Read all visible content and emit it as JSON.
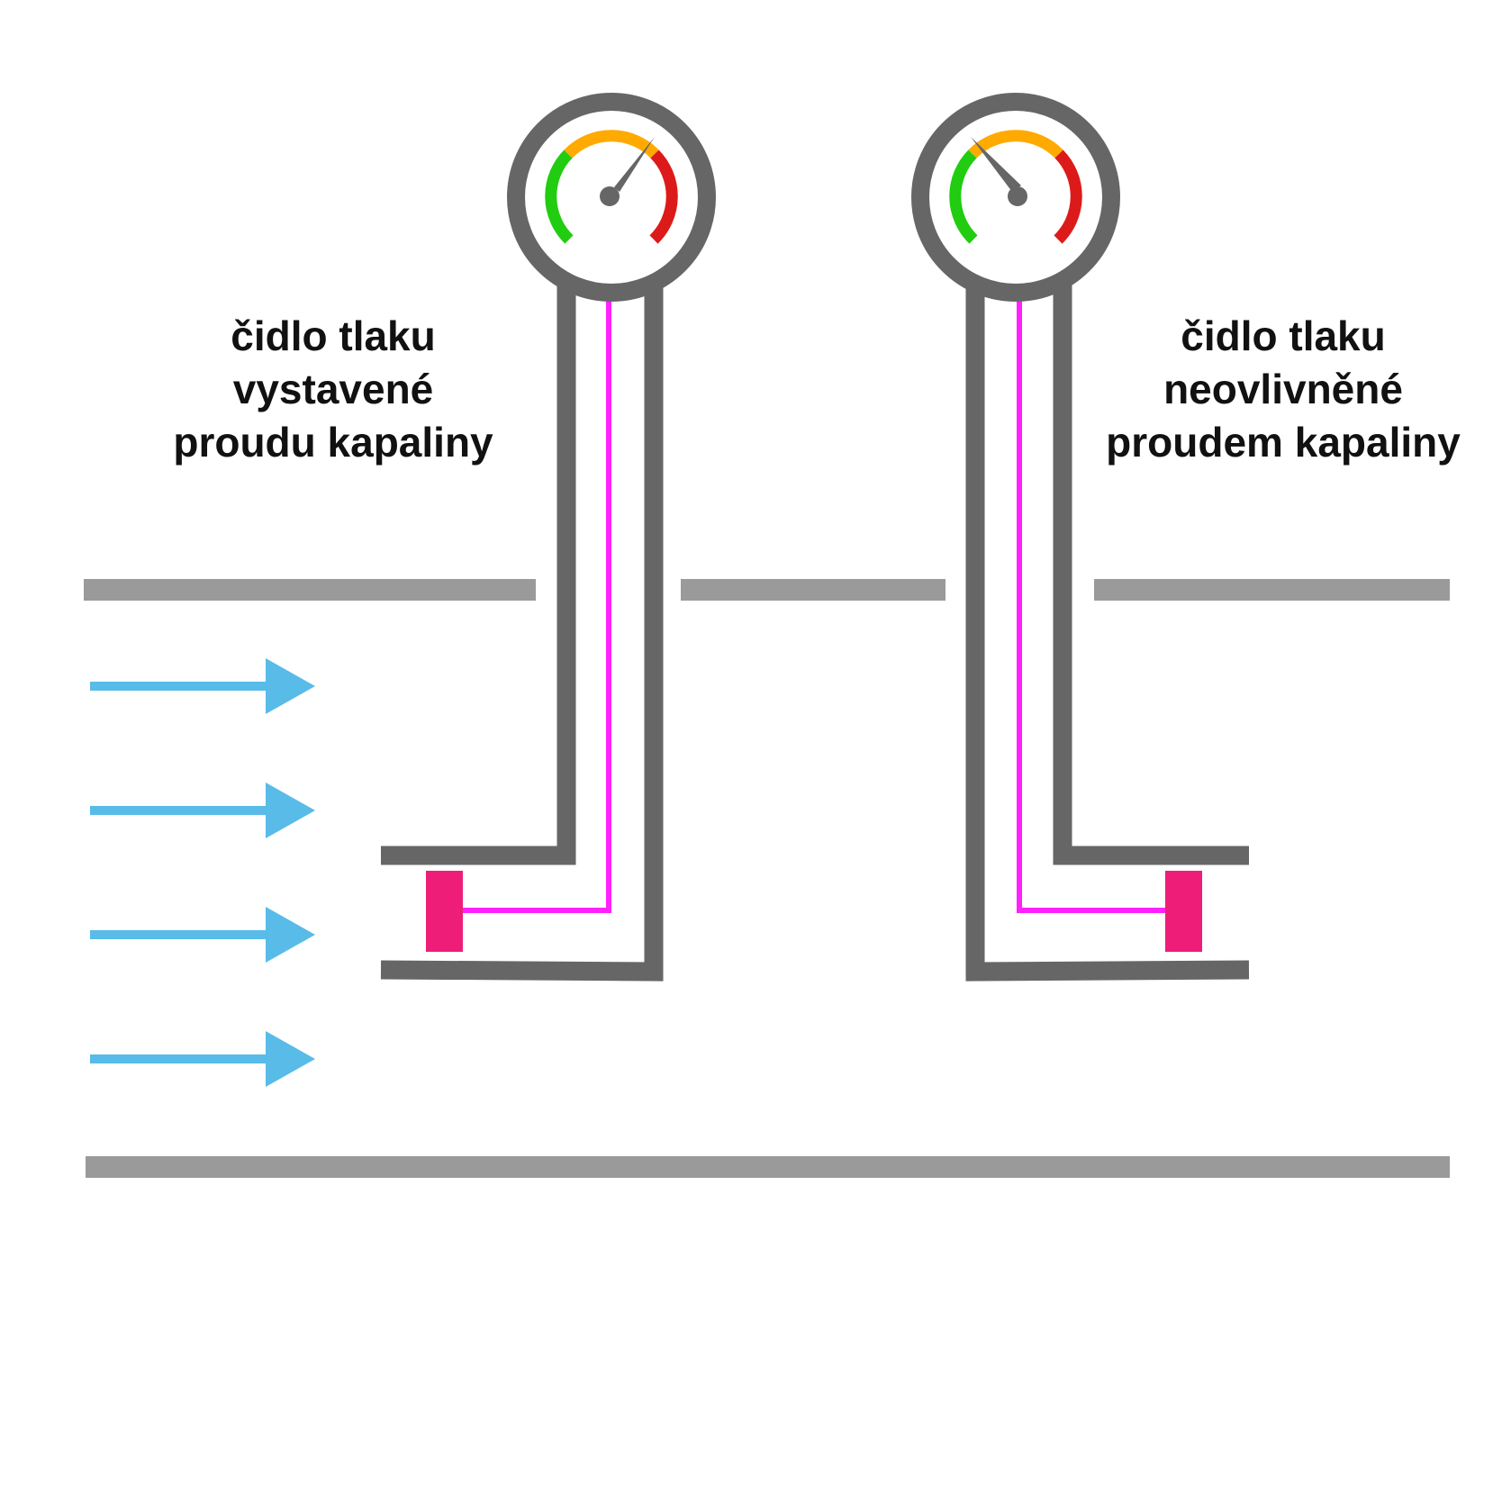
{
  "labels": {
    "left": [
      "čidlo tlaku",
      "vystavené",
      "proudu kapaliny"
    ],
    "right": [
      "čidlo tlaku",
      "neovlivněné",
      "proudem kapaliny"
    ]
  },
  "colors": {
    "pipe_wall": "#9a9a9a",
    "probe_tube": "#666666",
    "signal_wire": "#ff22ff",
    "sensor": "#ee1e78",
    "flow_arrow": "#58bbe8",
    "gauge_low": "#22cc11",
    "gauge_mid": "#ffaa00",
    "gauge_high": "#dd1a1a"
  },
  "gauges": {
    "left": {
      "reading": 0.75
    },
    "right": {
      "reading": 0.35
    }
  },
  "flow": {
    "arrow_count": 4,
    "direction": "right"
  }
}
